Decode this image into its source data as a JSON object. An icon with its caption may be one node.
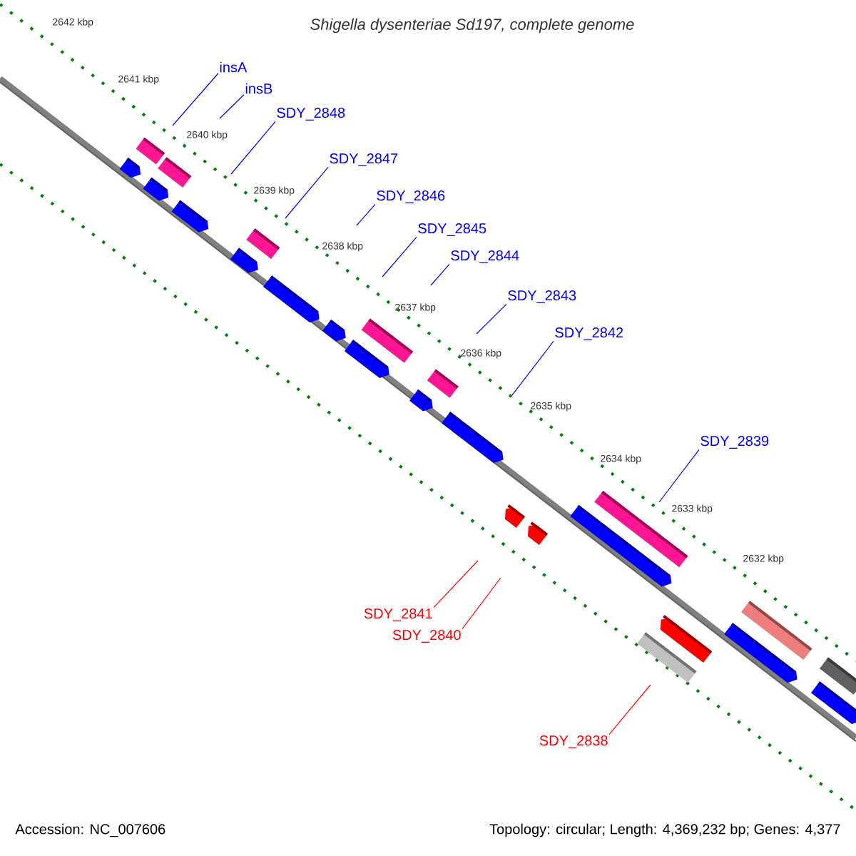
{
  "diagram": {
    "title": "Shigella dysenteriae Sd197, complete genome",
    "nodes": [
      {
        "text": [
          "insA"
        ]
      },
      {
        "text": [
          "insB"
        ]
      },
      {
        "text": [
          "SDY_2848"
        ]
      },
      {
        "text": [
          "SDY_2847"
        ]
      },
      {
        "text": [
          "SDY_2846"
        ]
      },
      {
        "text": [
          "SDY_2845"
        ]
      },
      {
        "text": [
          "SDY_2844"
        ]
      },
      {
        "text": [
          "SDY_2843"
        ]
      },
      {
        "text": [
          "SDY_2842"
        ]
      },
      {
        "text": [
          "SDY_2839"
        ]
      },
      {
        "text": [
          "SDY_2841"
        ]
      },
      {
        "text": [
          "SDY_2840"
        ]
      },
      {
        "text": [
          "SDY_2838"
        ]
      }
    ],
    "edges": [
      {
        "from": 0,
        "to": null,
        "arrow": "none"
      },
      {
        "from": 1,
        "to": null,
        "arrow": "none"
      },
      {
        "from": 2,
        "to": null,
        "arrow": "none"
      },
      {
        "from": 3,
        "to": null,
        "arrow": "none"
      },
      {
        "from": 4,
        "to": null,
        "arrow": "none"
      },
      {
        "from": 5,
        "to": null,
        "arrow": "none"
      },
      {
        "from": 6,
        "to": null,
        "arrow": "none"
      },
      {
        "from": 7,
        "to": null,
        "arrow": "none"
      },
      {
        "from": 8,
        "to": null,
        "arrow": "none"
      },
      {
        "from": 9,
        "to": null,
        "arrow": "none"
      },
      {
        "from": 10,
        "to": null,
        "arrow": "none",
        "color": "#ff0000"
      },
      {
        "from": 11,
        "to": null,
        "arrow": "none",
        "color": "#ff0000"
      },
      {
        "from": 12,
        "to": null,
        "arrow": "none",
        "color": "#ff0000"
      }
    ],
    "labels": [
      "2642 kbp",
      "2641 kbp",
      "2640 kbp",
      "2639 kbp",
      "2638 kbp",
      "2637 kbp",
      "2636 kbp",
      "2635 kbp",
      "2634 kbp",
      "2633 kbp",
      "2632 kbp",
      "Accession: NC_007606",
      "Topology: circular; Length: 4,369,232 bp; Genes: 4,377"
    ]
  }
}
